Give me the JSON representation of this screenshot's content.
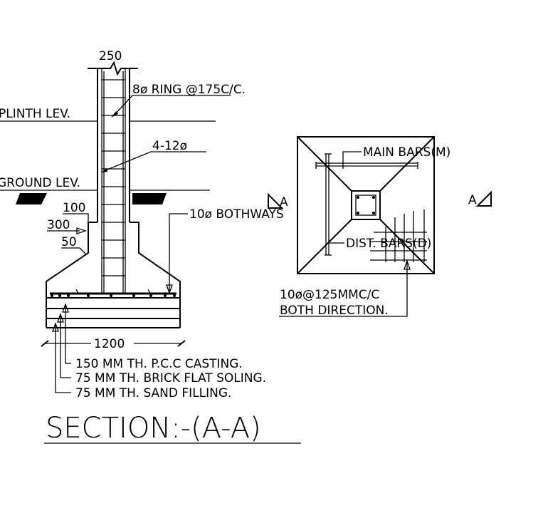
{
  "labels": {
    "column_width": "250",
    "ring": "8ø RING @175C/C.",
    "plinth": "PLINTH LEV.",
    "main_bars_col": "4-12ø",
    "ground": "GROUND LEV.",
    "dim_100": "100",
    "dim_300": "300",
    "dim_50": "50",
    "bothways": "10ø BOTHWAYS",
    "base_width": "1200",
    "pcc": "150 MM TH. P.C.C CASTING.",
    "brick": "75 MM TH. BRICK FLAT SOLING.",
    "sand": "75 MM TH. SAND FILLING.",
    "title": "SECTION:-(A-A)",
    "main_bars_plan": "MAIN BARS(M)",
    "dist_bars": "DIST. BARS(D)",
    "section_left": "A",
    "section_right": "A",
    "spacing_1": "10ø@125MMC/C",
    "spacing_2": "BOTH DIRECTION."
  }
}
